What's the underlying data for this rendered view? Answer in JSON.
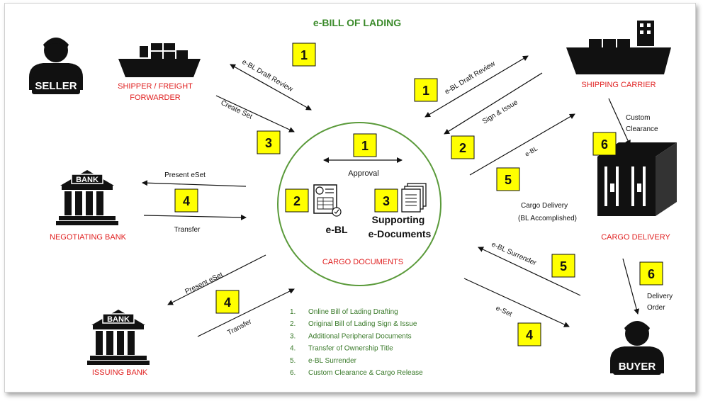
{
  "title": "e-BILL OF LADING",
  "actors": {
    "seller": "SELLER",
    "shipper": [
      "SHIPPER / FREIGHT",
      "FORWARDER"
    ],
    "carrier": "SHIPPING CARRIER",
    "cargo_delivery": "CARGO DELIVERY",
    "negotiating_bank": "NEGOTIATING BANK",
    "issuing_bank": "ISSUING BANK",
    "buyer": "BUYER",
    "bank_sign": "BANK"
  },
  "center": {
    "approval": "Approval",
    "ebl": "e-BL",
    "supporting": [
      "Supporting",
      "e-Documents"
    ],
    "caption": "CARGO DOCUMENTS"
  },
  "flows": {
    "draft_review_left": "e-BL Draft Review",
    "create_set": "Create Set",
    "draft_review_right": "e-BL Draft Review",
    "sign_issue": "Sign & Issue",
    "ebl": "e-BL",
    "cargo_delivery": [
      "Cargo Delivery",
      "(BL Accomplished)"
    ],
    "custom_clearance": [
      "Custom",
      "Clearance"
    ],
    "present_eset_neg": "Present eSet",
    "transfer_neg": "Transfer",
    "present_eset_iss": "Present eSet",
    "transfer_iss": "Transfer",
    "ebl_surrender": "e-BL Surrender",
    "eset": "e-Set",
    "delivery_order": [
      "Delivery",
      "Order"
    ]
  },
  "badges": {
    "b1_left": "1",
    "b1_right": "1",
    "b1_center": "1",
    "b2_right": "2",
    "b2_center": "2",
    "b3_left": "3",
    "b3_center": "3",
    "b4_neg": "4",
    "b4_iss": "4",
    "b4_buyer": "4",
    "b5_ebl": "5",
    "b5_surrender": "5",
    "b6_custom": "6",
    "b6_delivery": "6"
  },
  "legend": [
    {
      "num": "1.",
      "text": "Online Bill of Lading Drafting"
    },
    {
      "num": "2.",
      "text": "Original Bill of Lading Sign & Issue"
    },
    {
      "num": "3.",
      "text": "Additional Peripheral Documents"
    },
    {
      "num": "4.",
      "text": "Transfer of Ownership Title"
    },
    {
      "num": "5.",
      "text": "e-BL Surrender"
    },
    {
      "num": "6.",
      "text": "Custom Clearance & Cargo Release"
    }
  ],
  "colors": {
    "title": "#3a8a2a",
    "actor_label": "#e02020",
    "circle": "#5a9a3a",
    "badge_fill": "#ffff00",
    "legend_text": "#3a7a2a",
    "ink": "#111111"
  },
  "icons": [
    "seller-person-icon",
    "cargo-ship-icon",
    "shipping-carrier-ship-icon",
    "container-icon",
    "bank-building-icon",
    "buyer-person-icon",
    "document-icon",
    "documents-stack-icon"
  ]
}
